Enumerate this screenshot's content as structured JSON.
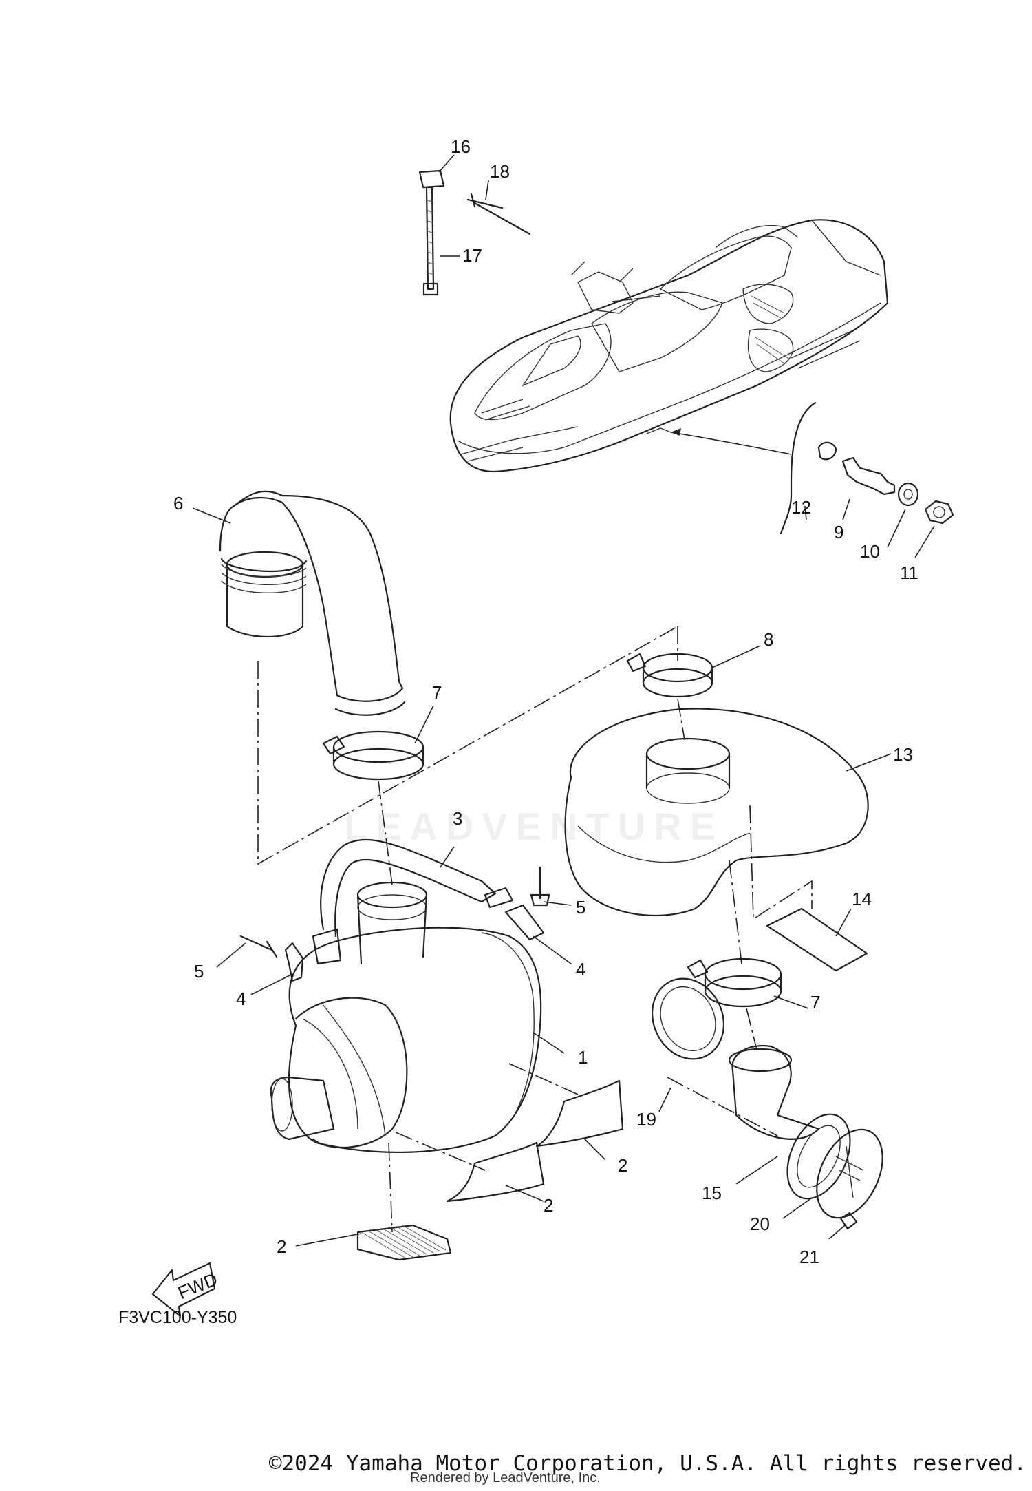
{
  "callouts": {
    "c1": "1",
    "c2a": "2",
    "c2b": "2",
    "c2c": "2",
    "c3": "3",
    "c4a": "4",
    "c4b": "4",
    "c5a": "5",
    "c5b": "5",
    "c6": "6",
    "c7a": "7",
    "c7b": "7",
    "c8": "8",
    "c9": "9",
    "c10": "10",
    "c11": "11",
    "c12": "12",
    "c13": "13",
    "c14": "14",
    "c15": "15",
    "c16": "16",
    "c17": "17",
    "c18": "18",
    "c19": "19",
    "c20": "20",
    "c21": "21"
  },
  "fwd_label": "FWD",
  "diagram_code": "F3VC100-Y350",
  "watermark": "LEADVENTURE",
  "copyright": "©2024 Yamaha Motor Corporation, U.S.A. All rights reserved.",
  "rendered_by": "Rendered by LeadVenture, Inc."
}
